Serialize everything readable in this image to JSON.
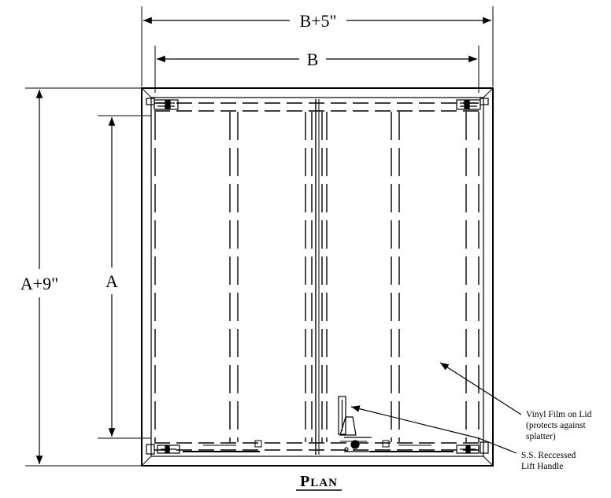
{
  "dimensions": {
    "outer_width": "B+5\"",
    "inner_width": "B",
    "outer_height": "A+9\"",
    "inner_height": "A"
  },
  "callouts": {
    "vinyl": [
      "Vinyl Film on Lid",
      "(protects against",
      "splatter)"
    ],
    "handle": [
      "S.S. Reccessed",
      "Lift Handle"
    ]
  },
  "title": {
    "first": "P",
    "rest": "LAN"
  },
  "colors": {
    "line": "#000000",
    "background": "#ffffff"
  }
}
